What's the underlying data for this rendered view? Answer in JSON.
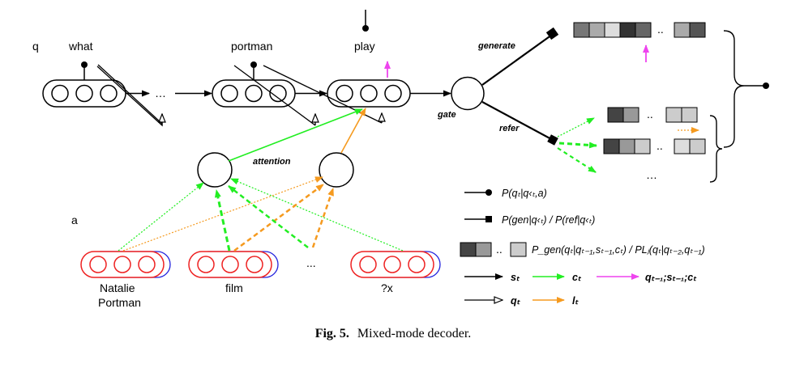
{
  "labels": {
    "q": "q",
    "what": "what",
    "portman": "portman",
    "play": "play",
    "a": "a",
    "entity1_line1": "Natalie",
    "entity1_line2": "Portman",
    "entity2": "film",
    "entity3": "?x",
    "dots": "...",
    "ellipsis": "…",
    "attention": "attention",
    "gate": "gate",
    "generate": "generate",
    "refer": "refer",
    "pairdots": ".."
  },
  "legend": {
    "circle_end": "P(qₜ|q‹ₜ,a)",
    "square_end": "P(gen|q‹ₜ) / P(ref|q‹ₜ)",
    "dist": "P_gen(qₜ|qₜ₋₁,sₜ₋₁,cₜ) / PLⱼ(qₜ|qₜ₋₂,qₜ₋₁)",
    "s": "sₜ",
    "c": "cₜ",
    "m": "qₜ₋₁;sₜ₋₁;cₜ",
    "qt": "qₜ",
    "lt": "lₜ"
  },
  "caption": {
    "fig": "Fig. 5.",
    "text": "Mixed-mode decoder."
  },
  "colors": {
    "black": "#000000",
    "green": "#22ee22",
    "orange": "#f59a1f",
    "magenta": "#ee44ee",
    "red": "#ee2222",
    "blue": "#2222dd",
    "gray_dark": "#444444",
    "gray_mid": "#888888",
    "gray_light": "#bbbbbb"
  }
}
